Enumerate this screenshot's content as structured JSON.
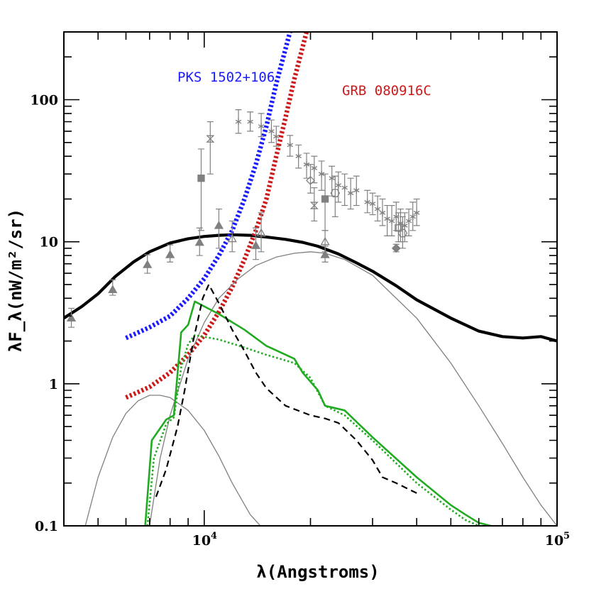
{
  "chart_data": {
    "type": "line",
    "xlabel": "λ(Angstroms)",
    "ylabel": "λF_λ(nW/m²/sr)",
    "xscale": "log",
    "yscale": "log",
    "xlim": [
      4000,
      100000
    ],
    "ylim": [
      0.1,
      300
    ],
    "x_tick_labels": [
      {
        "value": 10000,
        "mantissa": "10",
        "exp": "4"
      },
      {
        "value": 100000,
        "mantissa": "10",
        "exp": "5"
      }
    ],
    "y_tick_labels": [
      {
        "value": 0.1,
        "label": "0.1"
      },
      {
        "value": 1,
        "label": "1"
      },
      {
        "value": 10,
        "label": "10"
      },
      {
        "value": 100,
        "label": "100"
      }
    ],
    "annotations": [
      {
        "text": "PKS 1502+106",
        "color": "#1a1aff"
      },
      {
        "text": "GRB 080916C",
        "color": "#cc1a1a"
      }
    ],
    "series": [
      {
        "style": "thick-solid",
        "color": "#000000",
        "x": [
          4000,
          4500,
          5000,
          5600,
          6300,
          7000,
          8000,
          9000,
          10000,
          11000,
          12000,
          13500,
          15000,
          17000,
          19000,
          21000,
          24000,
          27000,
          30000,
          35000,
          40000,
          50000,
          60000,
          70000,
          80000,
          90000,
          100000
        ],
        "y": [
          2.9,
          3.5,
          4.3,
          5.7,
          7.2,
          8.5,
          9.8,
          10.5,
          10.9,
          11.1,
          11.2,
          11.1,
          10.8,
          10.4,
          9.9,
          9.3,
          8.2,
          7.1,
          6.2,
          4.9,
          3.9,
          2.9,
          2.35,
          2.15,
          2.1,
          2.15,
          2.0
        ]
      },
      {
        "style": "thick-dotted",
        "color": "#1a1aff",
        "name": "PKS 1502+106",
        "x": [
          6000,
          7000,
          8000,
          9000,
          10000,
          11000,
          12000,
          13000,
          14000,
          15000,
          16000,
          17500
        ],
        "y": [
          2.1,
          2.5,
          3.0,
          4.0,
          5.5,
          8.0,
          12.0,
          20.0,
          35.0,
          65.0,
          130.0,
          300.0
        ]
      },
      {
        "style": "thick-dotted",
        "color": "#cc1a1a",
        "name": "GRB 080916C",
        "x": [
          6000,
          7000,
          8000,
          9000,
          10000,
          11000,
          12000,
          13000,
          14000,
          15000,
          16000,
          17000,
          18000,
          19500
        ],
        "y": [
          0.8,
          0.95,
          1.2,
          1.6,
          2.2,
          3.2,
          4.8,
          7.5,
          12.0,
          20.0,
          40.0,
          75.0,
          140.0,
          300.0
        ]
      },
      {
        "style": "thin-solid",
        "color": "#808080",
        "x": [
          4600,
          5000,
          5500,
          6000,
          6500,
          7000,
          7500,
          8000,
          9000,
          10000,
          11000,
          12000,
          13500,
          15000
        ],
        "y": [
          0.1,
          0.22,
          0.42,
          0.62,
          0.76,
          0.83,
          0.83,
          0.8,
          0.65,
          0.47,
          0.31,
          0.2,
          0.12,
          0.09
        ]
      },
      {
        "style": "thin-solid",
        "color": "#808080",
        "x": [
          7000,
          7500,
          8000,
          9000,
          10000,
          11000,
          12500,
          14000,
          16000,
          18000,
          20000,
          22000,
          25000,
          30000,
          40000,
          50000,
          60000,
          70000,
          80000,
          90000,
          100000
        ],
        "y": [
          0.1,
          0.3,
          0.6,
          1.5,
          2.7,
          4.0,
          5.5,
          6.8,
          7.8,
          8.3,
          8.5,
          8.3,
          7.5,
          5.8,
          2.9,
          1.4,
          0.7,
          0.38,
          0.22,
          0.14,
          0.1
        ]
      },
      {
        "style": "solid",
        "color": "#22aa22",
        "x": [
          6800,
          7100,
          7800,
          8200,
          8600,
          9000,
          9400,
          11000,
          13000,
          15000,
          18000,
          19000,
          21000,
          22000,
          25000,
          30000,
          40000,
          50000,
          55000,
          60000,
          65000
        ],
        "y": [
          0.1,
          0.4,
          0.56,
          0.6,
          2.3,
          2.6,
          3.8,
          3.1,
          2.4,
          1.85,
          1.5,
          1.2,
          0.9,
          0.7,
          0.65,
          0.42,
          0.22,
          0.14,
          0.12,
          0.105,
          0.1
        ]
      },
      {
        "style": "dotted",
        "color": "#22aa22",
        "x": [
          6900,
          7200,
          7800,
          8200,
          8600,
          9000,
          9400,
          11000,
          13000,
          15000,
          18000,
          20000,
          22000,
          25000,
          30000,
          40000,
          50000,
          55000,
          60000
        ],
        "y": [
          0.1,
          0.3,
          0.52,
          0.58,
          1.3,
          1.9,
          2.2,
          2.05,
          1.8,
          1.6,
          1.4,
          1.1,
          0.7,
          0.6,
          0.4,
          0.2,
          0.13,
          0.11,
          0.1
        ]
      },
      {
        "style": "dashed",
        "color": "#000000",
        "x": [
          7300,
          7800,
          8400,
          8800,
          9300,
          9900,
          10300,
          11000,
          12000,
          13000,
          14000,
          15000,
          17000,
          20000,
          22000,
          24000,
          27000,
          30000,
          32000,
          35000,
          40000
        ],
        "y": [
          0.16,
          0.25,
          0.5,
          0.9,
          2.0,
          4.0,
          5.0,
          3.7,
          2.4,
          1.7,
          1.2,
          0.93,
          0.7,
          0.6,
          0.57,
          0.53,
          0.4,
          0.29,
          0.22,
          0.2,
          0.17
        ]
      }
    ],
    "points": [
      {
        "x": 4200,
        "y": 2.9,
        "lo": 2.5,
        "hi": 3.4,
        "marker": "triangle",
        "filled": true
      },
      {
        "x": 5500,
        "y": 4.6,
        "lo": 4.2,
        "hi": 5.4,
        "marker": "triangle",
        "filled": true
      },
      {
        "x": 6900,
        "y": 6.9,
        "lo": 6.0,
        "hi": 8.1,
        "marker": "triangle",
        "filled": true
      },
      {
        "x": 8000,
        "y": 8.1,
        "lo": 7.2,
        "hi": 9.5,
        "marker": "triangle",
        "filled": true
      },
      {
        "x": 9700,
        "y": 9.9,
        "lo": 8.0,
        "hi": 12.5,
        "marker": "triangle",
        "filled": true
      },
      {
        "x": 11000,
        "y": 13.0,
        "lo": 9.0,
        "hi": 17.0,
        "marker": "triangle",
        "filled": true
      },
      {
        "x": 14000,
        "y": 9.4,
        "lo": 7.5,
        "hi": 12.5,
        "marker": "triangle",
        "filled": true
      },
      {
        "x": 22000,
        "y": 8.1,
        "lo": 7.2,
        "hi": 9.3,
        "marker": "triangle",
        "filled": true
      },
      {
        "x": 9800,
        "y": 28.0,
        "lo": 12.0,
        "hi": 45.0,
        "marker": "square",
        "filled": true
      },
      {
        "x": 10400,
        "y": 53.0,
        "lo": 30.0,
        "hi": 70.0,
        "marker": "bowtie",
        "filled": false
      },
      {
        "x": 22000,
        "y": 20.0,
        "lo": 12.0,
        "hi": 30.0,
        "marker": "square",
        "filled": true
      },
      {
        "x": 12000,
        "y": 10.5,
        "lo": 8.5,
        "hi": 14.0,
        "marker": "triangle",
        "filled": false
      },
      {
        "x": 14500,
        "y": 11.5,
        "lo": 8.5,
        "hi": 16.0,
        "marker": "triangle",
        "filled": false
      },
      {
        "x": 22000,
        "y": 10.0,
        "lo": 8.5,
        "hi": 12.0,
        "marker": "triangle",
        "filled": false
      },
      {
        "x": 35000,
        "y": 9.0,
        "lo": 8.5,
        "hi": 9.6,
        "marker": "diamond",
        "filled": true
      },
      {
        "x": 20000,
        "y": 27.0,
        "lo": 22.0,
        "hi": 35.0,
        "marker": "diamond",
        "filled": false
      },
      {
        "x": 20500,
        "y": 18.0,
        "lo": 14.0,
        "hi": 24.0,
        "marker": "bowtie",
        "filled": false
      },
      {
        "x": 12500,
        "y": 70.0,
        "lo": 58.0,
        "hi": 85.0,
        "marker": "star",
        "filled": false
      },
      {
        "x": 13500,
        "y": 70.0,
        "lo": 60.0,
        "hi": 82.0,
        "marker": "star",
        "filled": false
      },
      {
        "x": 14500,
        "y": 65.0,
        "lo": 55.0,
        "hi": 80.0,
        "marker": "star",
        "filled": false
      },
      {
        "x": 15500,
        "y": 60.0,
        "lo": 50.0,
        "hi": 72.0,
        "marker": "star",
        "filled": false
      },
      {
        "x": 16000,
        "y": 55.0,
        "lo": 47.0,
        "hi": 65.0,
        "marker": "star",
        "filled": false
      },
      {
        "x": 17500,
        "y": 48.0,
        "lo": 40.0,
        "hi": 56.0,
        "marker": "star",
        "filled": false
      },
      {
        "x": 18500,
        "y": 40.0,
        "lo": 33.0,
        "hi": 48.0,
        "marker": "star",
        "filled": false
      },
      {
        "x": 19500,
        "y": 35.0,
        "lo": 28.0,
        "hi": 42.0,
        "marker": "star",
        "filled": false
      },
      {
        "x": 20500,
        "y": 33.0,
        "lo": 26.0,
        "hi": 40.0,
        "marker": "star",
        "filled": false
      },
      {
        "x": 21500,
        "y": 30.0,
        "lo": 23.0,
        "hi": 37.0,
        "marker": "star",
        "filled": false
      },
      {
        "x": 23000,
        "y": 28.0,
        "lo": 21.0,
        "hi": 34.0,
        "marker": "star",
        "filled": false
      },
      {
        "x": 24000,
        "y": 25.0,
        "lo": 19.0,
        "hi": 31.0,
        "marker": "star",
        "filled": false
      },
      {
        "x": 25000,
        "y": 24.0,
        "lo": 18.0,
        "hi": 30.0,
        "marker": "star",
        "filled": false
      },
      {
        "x": 26000,
        "y": 22.0,
        "lo": 17.0,
        "hi": 28.0,
        "marker": "star",
        "filled": false
      },
      {
        "x": 27000,
        "y": 23.0,
        "lo": 18.0,
        "hi": 29.0,
        "marker": "star",
        "filled": false
      },
      {
        "x": 23500,
        "y": 22.0,
        "lo": 15.0,
        "hi": 29.0,
        "marker": "hexagon",
        "filled": false
      },
      {
        "x": 29000,
        "y": 19.0,
        "lo": 16.0,
        "hi": 23.0,
        "marker": "star",
        "filled": false
      },
      {
        "x": 30000,
        "y": 18.5,
        "lo": 15.5,
        "hi": 22.0,
        "marker": "star",
        "filled": false
      },
      {
        "x": 31000,
        "y": 17.0,
        "lo": 14.0,
        "hi": 21.0,
        "marker": "star",
        "filled": false
      },
      {
        "x": 32000,
        "y": 16.0,
        "lo": 13.0,
        "hi": 20.0,
        "marker": "star",
        "filled": false
      },
      {
        "x": 33000,
        "y": 14.5,
        "lo": 11.0,
        "hi": 18.0,
        "marker": "star",
        "filled": false
      },
      {
        "x": 34000,
        "y": 14.0,
        "lo": 11.0,
        "hi": 18.0,
        "marker": "star",
        "filled": false
      },
      {
        "x": 35000,
        "y": 15.0,
        "lo": 12.0,
        "hi": 19.0,
        "marker": "star",
        "filled": false
      },
      {
        "x": 36000,
        "y": 13.5,
        "lo": 10.0,
        "hi": 17.0,
        "marker": "star",
        "filled": false
      },
      {
        "x": 37000,
        "y": 13.0,
        "lo": 10.0,
        "hi": 16.0,
        "marker": "star",
        "filled": false
      },
      {
        "x": 38000,
        "y": 14.0,
        "lo": 11.0,
        "hi": 17.0,
        "marker": "star",
        "filled": false
      },
      {
        "x": 39000,
        "y": 15.0,
        "lo": 12.0,
        "hi": 19.0,
        "marker": "star",
        "filled": false
      },
      {
        "x": 40000,
        "y": 16.0,
        "lo": 13.0,
        "hi": 20.0,
        "marker": "star",
        "filled": false
      },
      {
        "x": 35500,
        "y": 12.5,
        "lo": 10.0,
        "hi": 16.0,
        "marker": "square",
        "filled": false
      },
      {
        "x": 36500,
        "y": 11.5,
        "lo": 9.0,
        "hi": 15.0,
        "marker": "hexagon",
        "filled": false
      }
    ]
  }
}
